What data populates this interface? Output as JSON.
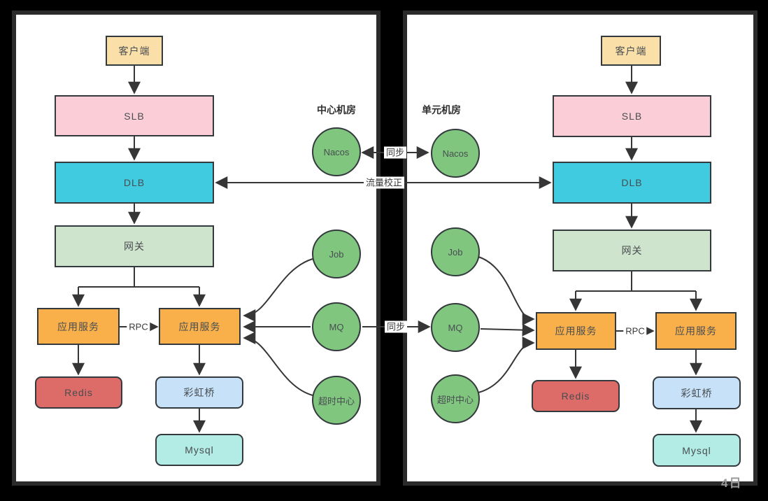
{
  "panels": {
    "left": {
      "region_label": "中心机房",
      "nodes": {
        "client": "客户端",
        "slb": "SLB",
        "dlb": "DLB",
        "gateway": "网关",
        "app_service_a": "应用服务",
        "app_service_b": "应用服务",
        "redis": "Redis",
        "rainbow_bridge": "彩虹桥",
        "mysql": "Mysql"
      },
      "circles": {
        "nacos": "Nacos",
        "job": "Job",
        "mq": "MQ",
        "timeout_center": "超时中心"
      }
    },
    "right": {
      "region_label": "单元机房",
      "nodes": {
        "client": "客户端",
        "slb": "SLB",
        "dlb": "DLB",
        "gateway": "网关",
        "app_service_a": "应用服务",
        "app_service_b": "应用服务",
        "redis": "Redis",
        "rainbow_bridge": "彩虹桥",
        "mysql": "Mysql"
      },
      "circles": {
        "nacos": "Nacos",
        "job": "Job",
        "mq": "MQ",
        "timeout_center": "超时中心"
      }
    }
  },
  "edge_labels": {
    "nacos_sync": "同步",
    "mq_sync": "同步",
    "traffic_correction": "流量校正",
    "rpc_left": "RPC",
    "rpc_right": "RPC"
  },
  "connections": [
    {
      "from": "left.client",
      "to": "left.slb"
    },
    {
      "from": "left.slb",
      "to": "left.dlb"
    },
    {
      "from": "left.dlb",
      "to": "left.gateway"
    },
    {
      "from": "left.gateway",
      "to": "left.app_service_a"
    },
    {
      "from": "left.gateway",
      "to": "left.app_service_b"
    },
    {
      "from": "left.app_service_a",
      "to": "left.app_service_b",
      "label": "RPC"
    },
    {
      "from": "left.app_service_a",
      "to": "left.redis"
    },
    {
      "from": "left.app_service_b",
      "to": "left.rainbow_bridge"
    },
    {
      "from": "left.rainbow_bridge",
      "to": "left.mysql"
    },
    {
      "from": "left.job",
      "to": "left.app_service_b"
    },
    {
      "from": "left.mq",
      "to": "left.app_service_b"
    },
    {
      "from": "left.timeout_center",
      "to": "left.app_service_b"
    },
    {
      "from": "left.nacos",
      "to": "right.nacos",
      "label": "同步",
      "bidirectional": true
    },
    {
      "from": "right.dlb",
      "to": "left.dlb",
      "label": "流量校正",
      "bidirectional": true
    },
    {
      "from": "left.mq",
      "to": "right.mq",
      "label": "同步"
    },
    {
      "from": "right.client",
      "to": "right.slb"
    },
    {
      "from": "right.slb",
      "to": "right.dlb"
    },
    {
      "from": "right.dlb",
      "to": "right.gateway"
    },
    {
      "from": "right.gateway",
      "to": "right.app_service_a"
    },
    {
      "from": "right.gateway",
      "to": "right.app_service_b"
    },
    {
      "from": "right.app_service_a",
      "to": "right.app_service_b",
      "label": "RPC"
    },
    {
      "from": "right.app_service_a",
      "to": "right.redis"
    },
    {
      "from": "right.app_service_b",
      "to": "right.rainbow_bridge"
    },
    {
      "from": "right.rainbow_bridge",
      "to": "right.mysql"
    },
    {
      "from": "right.job",
      "to": "right.app_service_a"
    },
    {
      "from": "right.mq",
      "to": "right.app_service_a"
    },
    {
      "from": "right.timeout_center",
      "to": "right.app_service_a"
    }
  ],
  "colors": {
    "client": "#fbdfa8",
    "slb": "#fbced7",
    "dlb": "#41cbe0",
    "gateway": "#cfe4cd",
    "app_service": "#f9b04a",
    "redis": "#dd6b68",
    "rainbow_bridge": "#c6e1f8",
    "mysql": "#b3ece4",
    "registry_circle": "#80c67f",
    "stroke": "#333333",
    "panel_background": "#ffffff",
    "page_background": "#000000"
  },
  "watermark": "4日"
}
